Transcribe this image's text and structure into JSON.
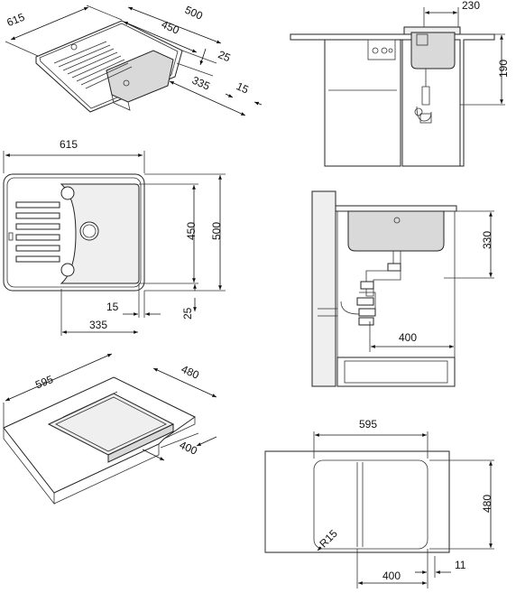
{
  "views": {
    "iso_top": {
      "d615": "615",
      "d500": "500",
      "d450": "450",
      "d25": "25",
      "d335": "335",
      "d15": "15"
    },
    "plan": {
      "d615": "615",
      "d450": "450",
      "d500": "500",
      "d15": "15",
      "d335": "335",
      "d25": "25"
    },
    "cabinet_side": {
      "d230": "230",
      "d190": "190"
    },
    "cabinet_section": {
      "d330": "330",
      "d400": "400"
    },
    "iso_bottom": {
      "d595": "595",
      "d480": "480",
      "d400": "400"
    },
    "cutout": {
      "d595": "595",
      "d480": "480",
      "r15": "R15",
      "d400": "400",
      "d11": "11"
    }
  }
}
